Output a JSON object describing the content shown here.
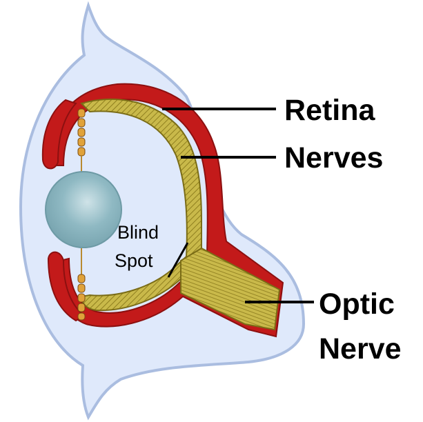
{
  "diagram": {
    "labels": {
      "retina": "Retina",
      "nerves": "Nerves",
      "blind_spot_line1": "Blind",
      "blind_spot_line2": "Spot",
      "optic_nerve_line1": "Optic",
      "optic_nerve_line2": "Nerve"
    },
    "colors": {
      "outer_shell": "#dfe9fb",
      "outer_outline": "#aabde0",
      "retina_red": "#c31a1a",
      "nerve_layer": "#b8a83a",
      "nerve_fibers": "#8f7f1f",
      "lens": "#8fb9c3",
      "lens_highlight": "#cfe3e8",
      "iris_chain": "#e0a23a",
      "leader_line": "#000000"
    }
  }
}
